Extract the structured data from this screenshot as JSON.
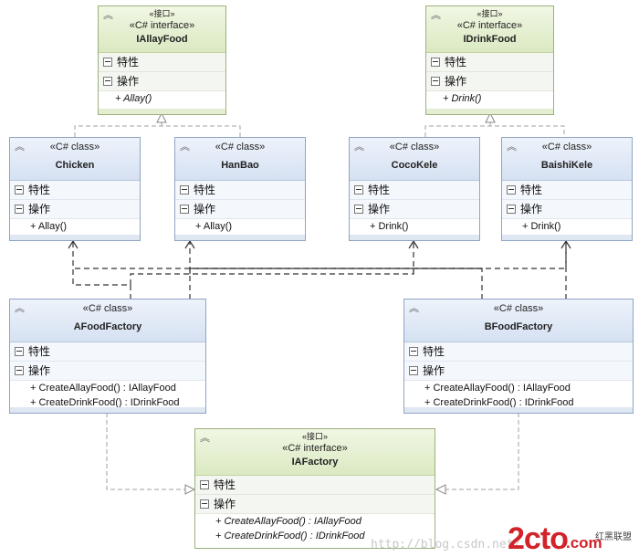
{
  "boxes": {
    "iallayfood": {
      "stereo": "«接口»",
      "title": "«C# interface»",
      "name": "IAllayFood",
      "sections": [
        "特性",
        "操作"
      ],
      "members": [
        "+ Allay()"
      ]
    },
    "idrinkfood": {
      "stereo": "«接口»",
      "title": "«C# interface»",
      "name": "IDrinkFood",
      "sections": [
        "特性",
        "操作"
      ],
      "members": [
        "+ Drink()"
      ]
    },
    "chicken": {
      "title": "«C# class»",
      "name": "Chicken",
      "sections": [
        "特性",
        "操作"
      ],
      "members": [
        "+ Allay()"
      ]
    },
    "hanbao": {
      "title": "«C# class»",
      "name": "HanBao",
      "sections": [
        "特性",
        "操作"
      ],
      "members": [
        "+ Allay()"
      ]
    },
    "cocokele": {
      "title": "«C# class»",
      "name": "CocoKele",
      "sections": [
        "特性",
        "操作"
      ],
      "members": [
        "+ Drink()"
      ]
    },
    "baishikele": {
      "title": "«C# class»",
      "name": "BaishiKele",
      "sections": [
        "特性",
        "操作"
      ],
      "members": [
        "+ Drink()"
      ]
    },
    "afoodfactory": {
      "title": "«C# class»",
      "name": "AFoodFactory",
      "sections": [
        "特性",
        "操作"
      ],
      "members": [
        "+ CreateAllayFood() : IAllayFood",
        "+ CreateDrinkFood() : IDrinkFood"
      ]
    },
    "bfoodfactory": {
      "title": "«C# class»",
      "name": "BFoodFactory",
      "sections": [
        "特性",
        "操作"
      ],
      "members": [
        "+ CreateAllayFood() : IAllayFood",
        "+ CreateDrinkFood() : IDrinkFood"
      ]
    },
    "iafactory": {
      "stereo": "«接口»",
      "title": "«C# interface»",
      "name": "IAFactory",
      "sections": [
        "特性",
        "操作"
      ],
      "members": [
        "+ CreateAllayFood() : IAllayFood",
        "+ CreateDrinkFood() : IDrinkFood"
      ]
    }
  },
  "watermark": {
    "url": "http://blog.csdn.net/",
    "brand": "2cto",
    "domain": ".com",
    "cn": "红黑联盟"
  },
  "colors": {
    "interface_border": "#9cb07c",
    "class_border": "#8fa4c4",
    "connector": "#777777",
    "brand": "#d2232a"
  }
}
